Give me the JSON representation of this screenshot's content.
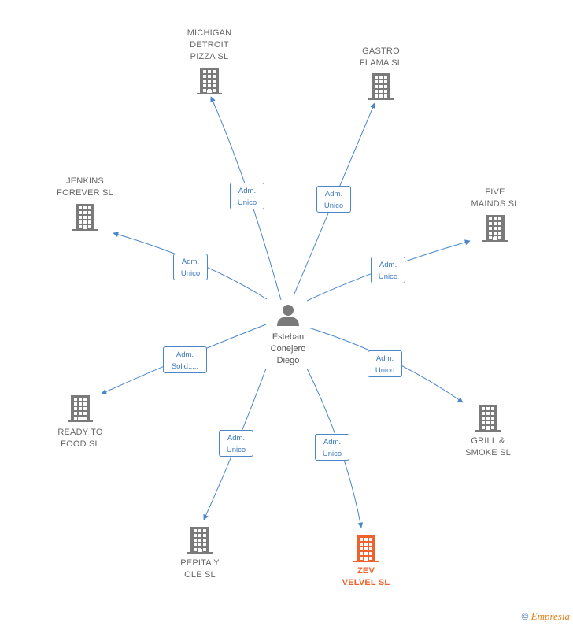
{
  "center": {
    "name": "Esteban\nConejero\nDiego",
    "icon": "person-icon"
  },
  "companies": [
    {
      "id": "michigan",
      "name": "MICHIGAN\nDETROIT\nPIZZA  SL",
      "role": "Adm.\nUnico",
      "highlight": false
    },
    {
      "id": "gastro",
      "name": "GASTRO\nFLAMA  SL",
      "role": "Adm.\nUnico",
      "highlight": false
    },
    {
      "id": "jenkins",
      "name": "JENKINS\nFOREVER  SL",
      "role": "Adm.\nUnico",
      "highlight": false
    },
    {
      "id": "five",
      "name": "FIVE\nMAINDS  SL",
      "role": "Adm.\nUnico",
      "highlight": false
    },
    {
      "id": "ready",
      "name": "READY TO\nFOOD  SL",
      "role": "Adm.\nSolid.,...",
      "highlight": false
    },
    {
      "id": "grill",
      "name": "GRILL &\nSMOKE  SL",
      "role": "Adm.\nUnico",
      "highlight": false
    },
    {
      "id": "pepita",
      "name": "PEPITA Y\nOLE SL",
      "role": "Adm.\nUnico",
      "highlight": false
    },
    {
      "id": "zev",
      "name": "ZEV\nVELVEL  SL",
      "role": "Adm.\nUnico",
      "highlight": true
    }
  ],
  "colors": {
    "edge": "#4a86c8",
    "building": "#7a7a7a",
    "building_highlight": "#f0622d",
    "person": "#7a7a7a"
  },
  "footer": {
    "symbol": "©",
    "brand": "Empresia"
  }
}
